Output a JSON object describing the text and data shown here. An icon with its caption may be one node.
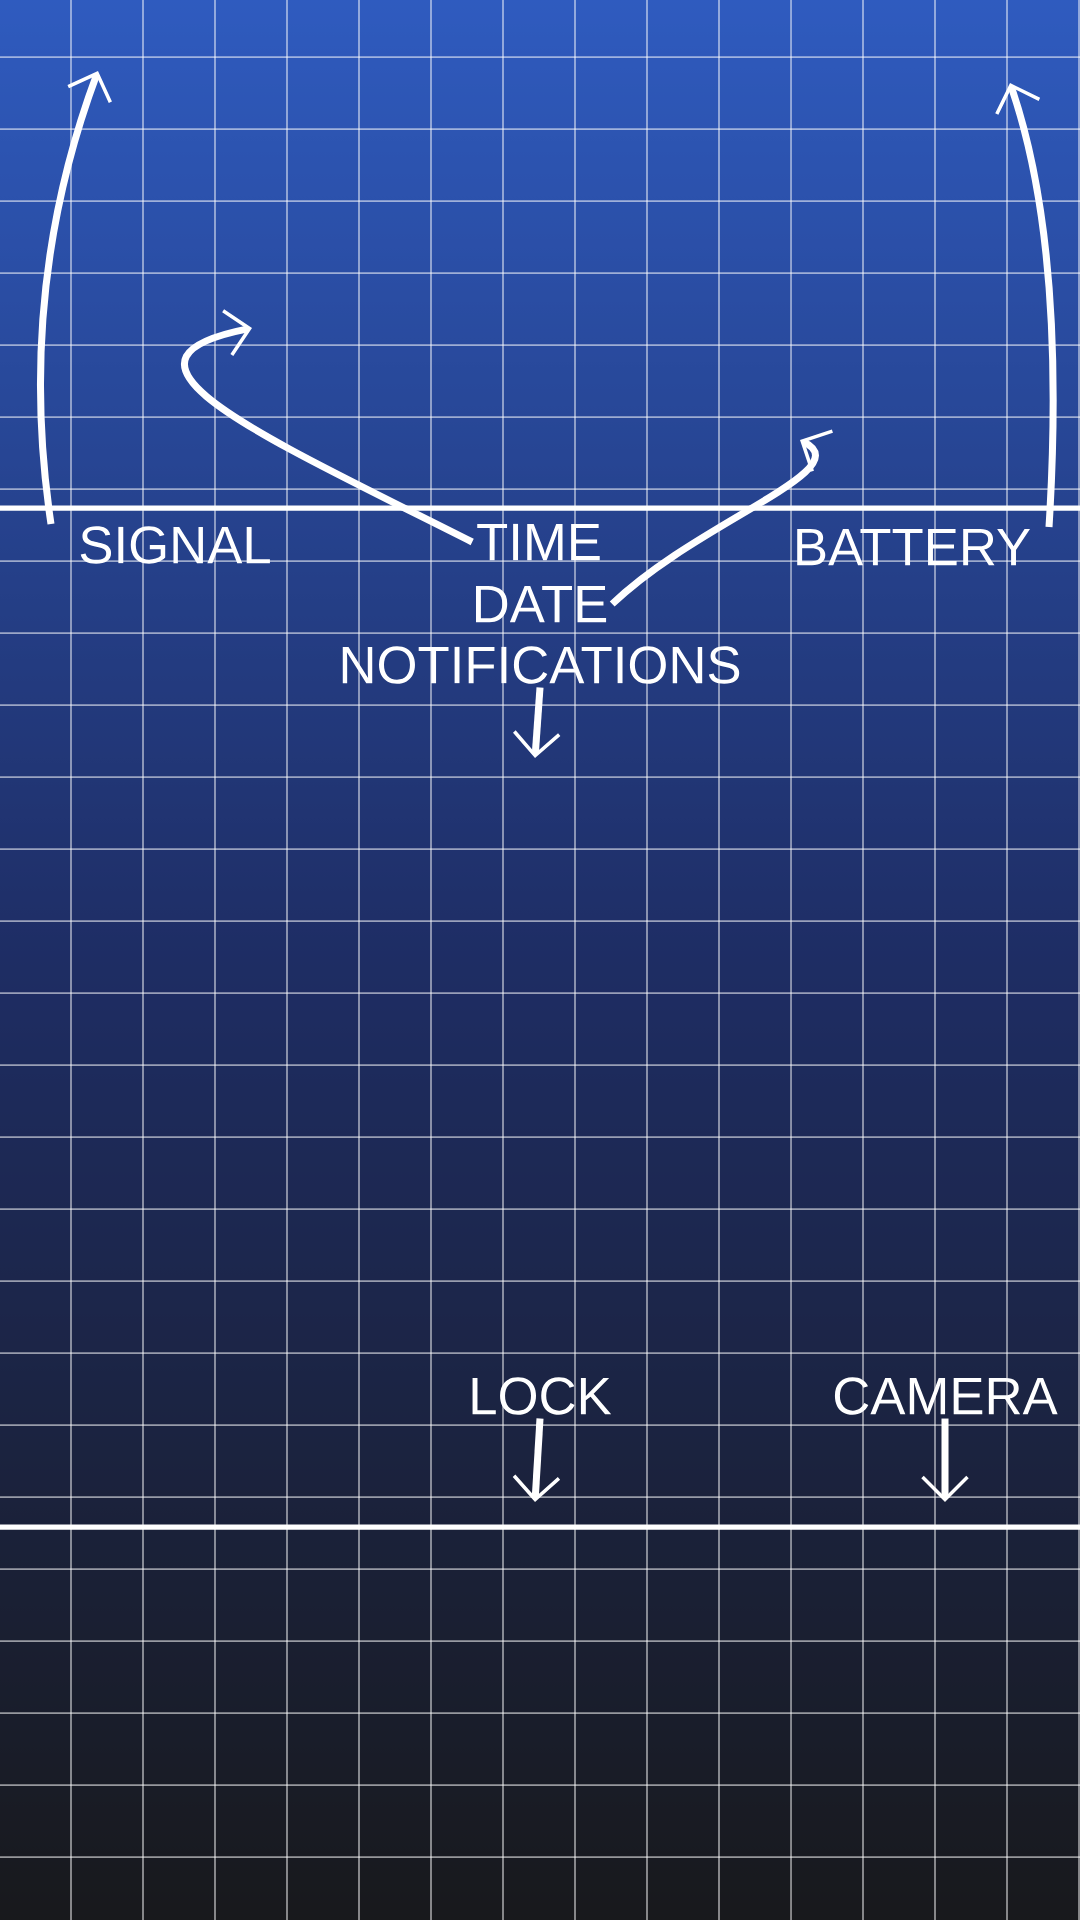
{
  "diagram": {
    "nodes": [
      {
        "text": [
          "SIGNAL"
        ]
      },
      {
        "text": [
          "TIME"
        ]
      },
      {
        "text": [
          "DATE"
        ]
      },
      {
        "text": [
          "NOTIFICATIONS"
        ]
      },
      {
        "text": [
          "BATTERY"
        ]
      },
      {
        "text": [
          "LOCK"
        ]
      },
      {
        "text": [
          "CAMERA"
        ]
      }
    ],
    "edges": [
      {
        "from": 0,
        "to": null,
        "arrow": "to"
      },
      {
        "from": 1,
        "to": null,
        "arrow": "to"
      },
      {
        "from": 2,
        "to": null,
        "arrow": "to"
      },
      {
        "from": 4,
        "to": null,
        "arrow": "to"
      },
      {
        "from": 3,
        "to": null,
        "arrow": "to"
      },
      {
        "from": 5,
        "to": null,
        "arrow": "to"
      },
      {
        "from": 6,
        "to": null,
        "arrow": "to"
      }
    ]
  }
}
